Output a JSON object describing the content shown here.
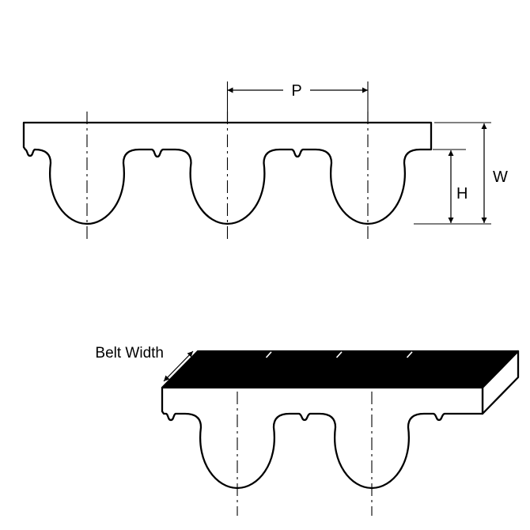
{
  "diagram": {
    "labels": {
      "pitch": "P",
      "belt_total_height": "W",
      "tooth_height": "H",
      "belt_width": "Belt Width"
    },
    "colors": {
      "line": "#000000",
      "belt_fill": "#ffffff",
      "top_face_fill": "#000000",
      "end_face_fill": "#ffffff",
      "background": "#ffffff"
    }
  }
}
